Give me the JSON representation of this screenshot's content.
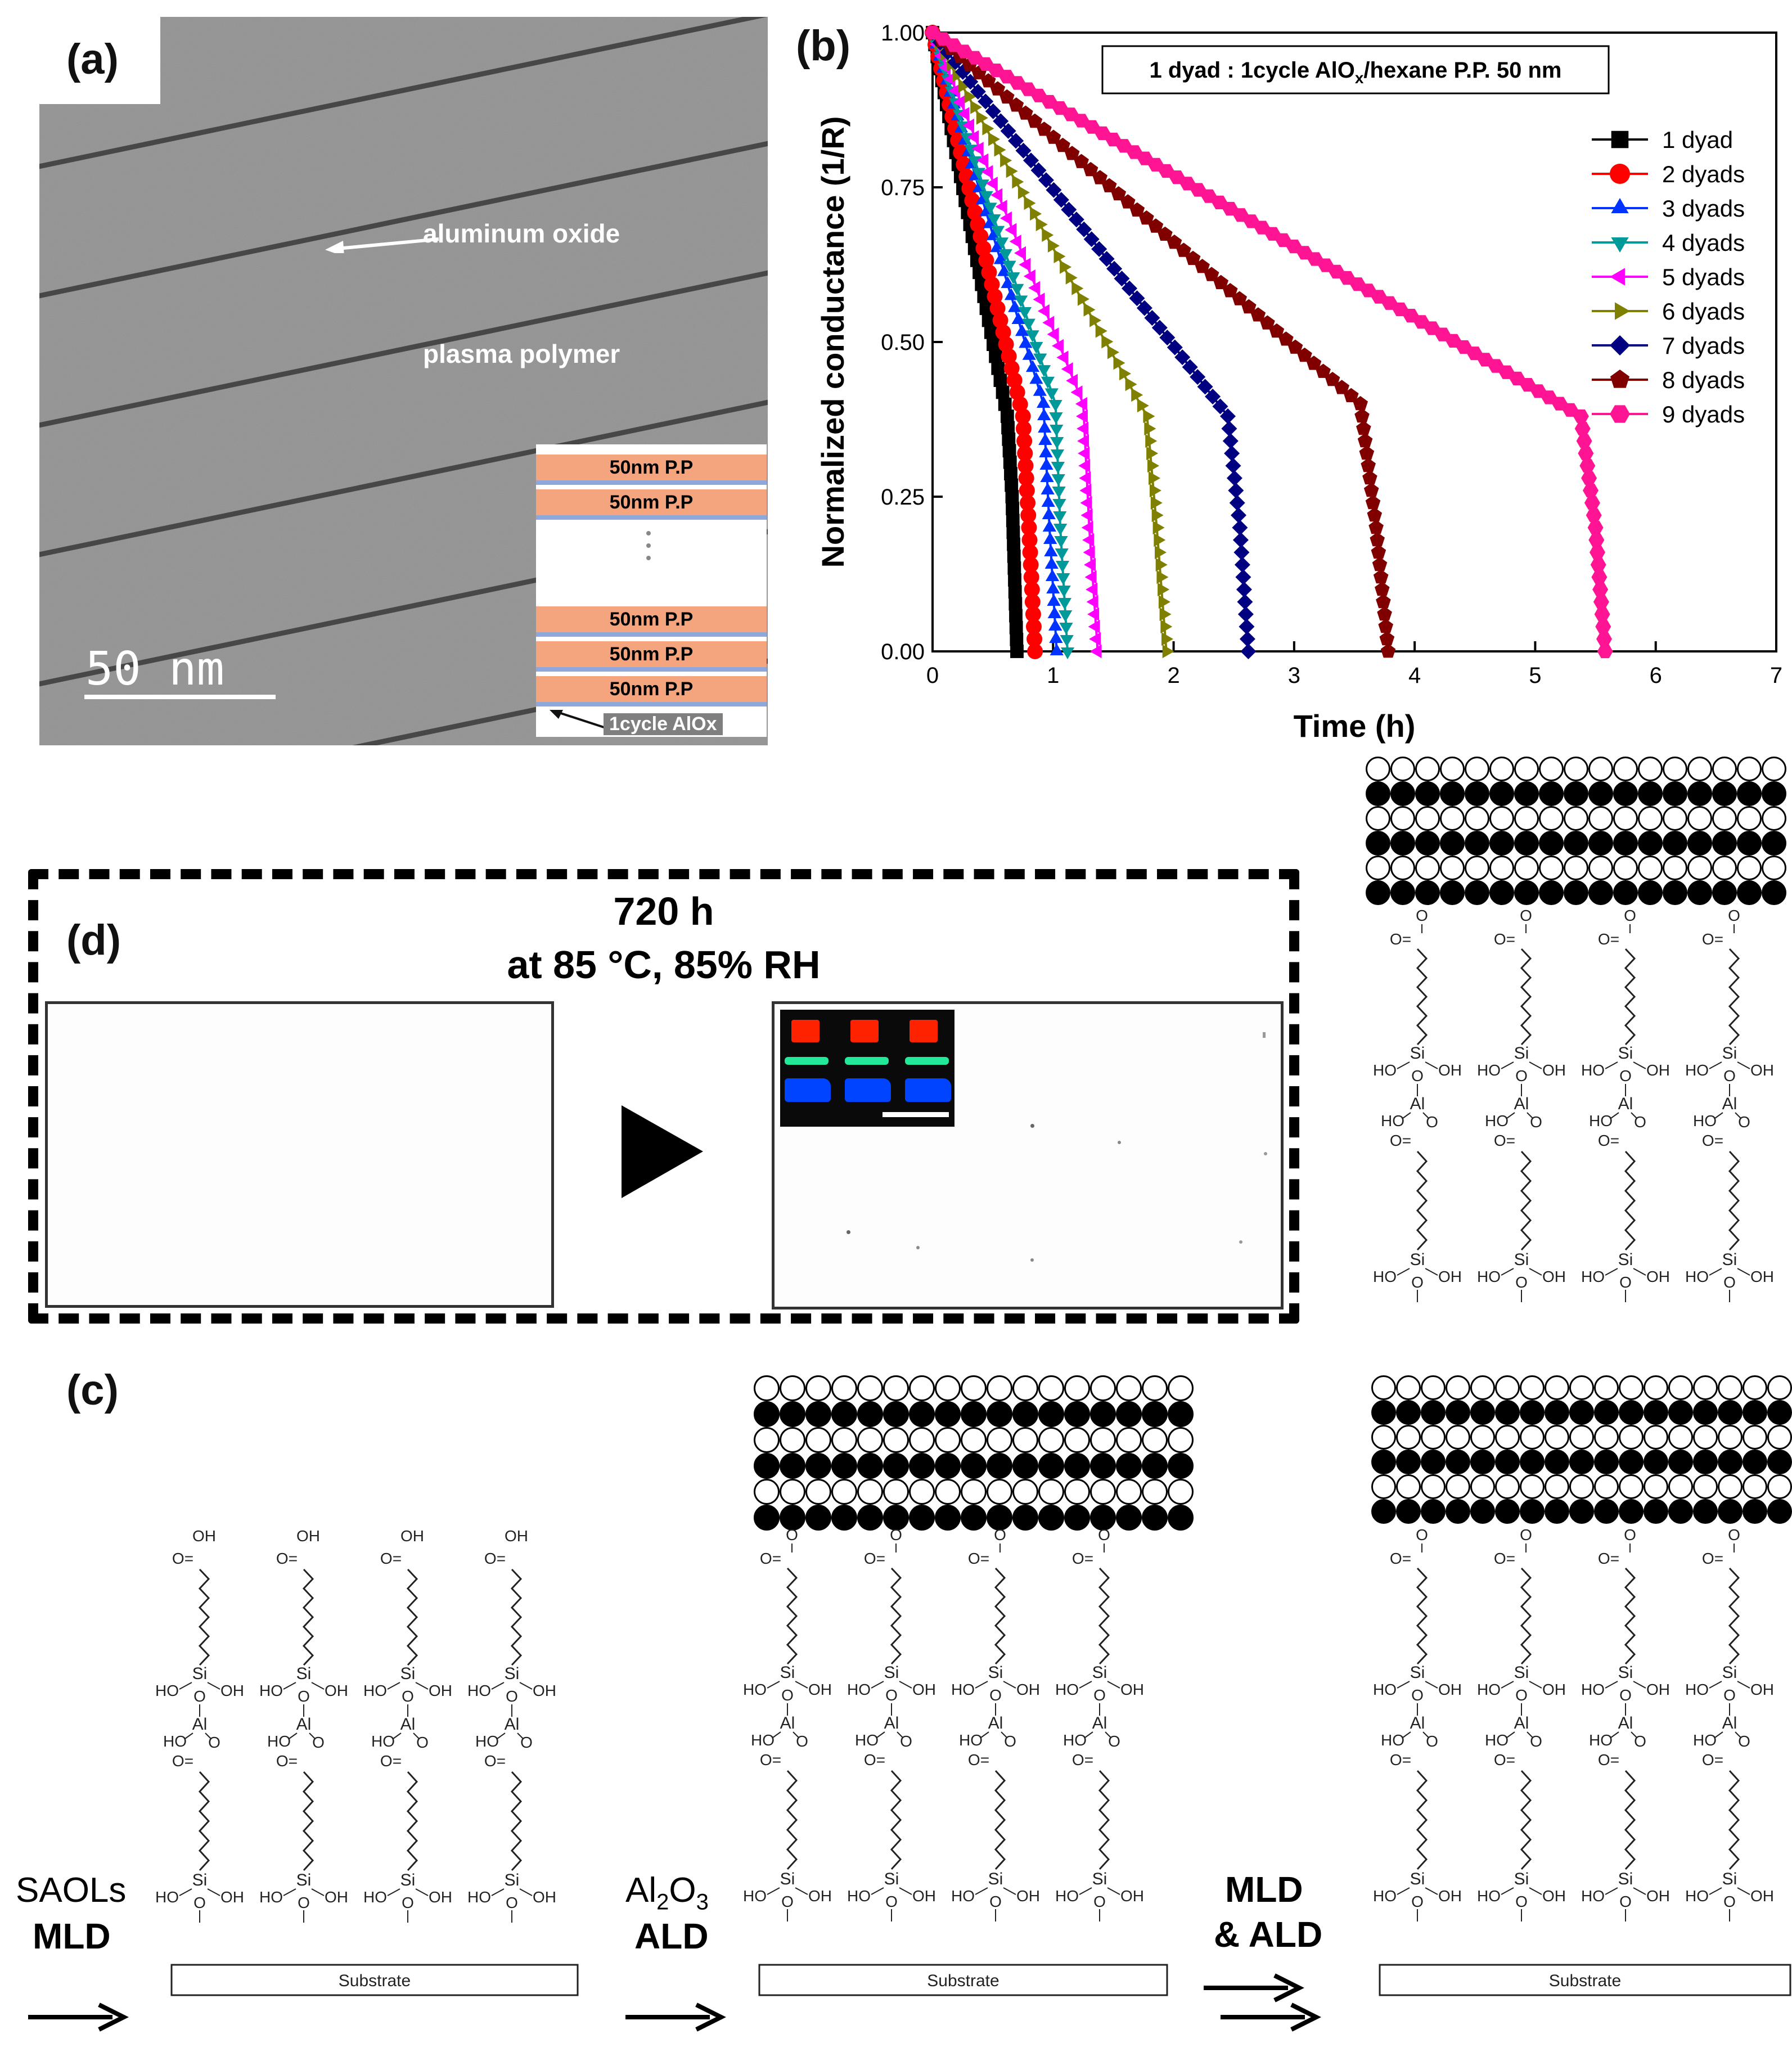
{
  "panel_a": {
    "label": "(a)",
    "annotation_alox": "aluminum oxide",
    "annotation_pp": "plasma polymer",
    "scale_bar": "50 nm",
    "stack_layers": [
      "50nm P.P",
      "50nm P.P",
      "50nm P.P",
      "50nm P.P",
      "50nm P.P"
    ],
    "stack_ellipsis": "·  ·  ·",
    "stack_caption": "1cycle AlOx"
  },
  "panel_b": {
    "label": "(b)",
    "inset_title": "1 dyad : 1cycle AlOx/hexane P.P. 50 nm"
  },
  "chart_data": {
    "type": "line",
    "xlabel": "Time (h)",
    "ylabel": "Normalized conductance (1/R)",
    "xlim": [
      0,
      7
    ],
    "ylim": [
      0,
      1
    ],
    "x_ticks": [
      "0",
      "1",
      "2",
      "3",
      "4",
      "5",
      "6",
      "7"
    ],
    "y_ticks": [
      "0.00",
      "0.25",
      "0.50",
      "0.75",
      "1.00"
    ],
    "legend_position": "right",
    "series": [
      {
        "name": "1  dyad",
        "color": "#000000",
        "marker": "square",
        "points": [
          [
            0,
            1.0
          ],
          [
            0.62,
            0.38
          ],
          [
            0.66,
            0.25
          ],
          [
            0.7,
            0.0
          ]
        ]
      },
      {
        "name": "2 dyads",
        "color": "#ff0000",
        "marker": "circle",
        "points": [
          [
            0,
            1.0
          ],
          [
            0.75,
            0.38
          ],
          [
            0.8,
            0.2
          ],
          [
            0.85,
            0.0
          ]
        ]
      },
      {
        "name": "3 dyads",
        "color": "#0033ff",
        "marker": "triangle-up",
        "points": [
          [
            0,
            1.0
          ],
          [
            0.92,
            0.4
          ],
          [
            0.97,
            0.2
          ],
          [
            1.03,
            0.0
          ]
        ]
      },
      {
        "name": "4 dyads",
        "color": "#009999",
        "marker": "triangle-down",
        "points": [
          [
            0,
            1.0
          ],
          [
            1.02,
            0.4
          ],
          [
            1.06,
            0.2
          ],
          [
            1.12,
            0.0
          ]
        ]
      },
      {
        "name": "5 dyads",
        "color": "#ff00ff",
        "marker": "triangle-left",
        "points": [
          [
            0,
            1.0
          ],
          [
            1.25,
            0.4
          ],
          [
            1.3,
            0.2
          ],
          [
            1.37,
            0.0
          ]
        ]
      },
      {
        "name": "6 dyads",
        "color": "#808000",
        "marker": "triangle-right",
        "points": [
          [
            0,
            1.0
          ],
          [
            1.78,
            0.38
          ],
          [
            1.86,
            0.2
          ],
          [
            1.94,
            0.0
          ]
        ]
      },
      {
        "name": "7 dyads",
        "color": "#000080",
        "marker": "diamond",
        "points": [
          [
            0,
            1.0
          ],
          [
            2.45,
            0.38
          ],
          [
            2.55,
            0.2
          ],
          [
            2.62,
            0.0
          ]
        ]
      },
      {
        "name": "8 dyads",
        "color": "#800000",
        "marker": "pentagon",
        "points": [
          [
            0,
            1.0
          ],
          [
            3.55,
            0.4
          ],
          [
            3.68,
            0.2
          ],
          [
            3.78,
            0.0
          ]
        ]
      },
      {
        "name": "9 dyads",
        "color": "#ff1493",
        "marker": "hexagon",
        "points": [
          [
            0,
            1.0
          ],
          [
            5.38,
            0.38
          ],
          [
            5.5,
            0.2
          ],
          [
            5.58,
            0.0
          ]
        ]
      }
    ]
  },
  "panel_d": {
    "label": "(d)",
    "title_line1": "720 h",
    "title_line2": "at 85 °C, 85% RH"
  },
  "panel_c": {
    "label": "(c)",
    "step1_line1": "SAOLs",
    "step1_line2": "MLD",
    "step2_line1": "Al",
    "step2_sub": "2",
    "step2_mid": "O",
    "step2_sub2": "3",
    "step2_line2": "ALD",
    "step3_line1": "MLD",
    "step3_line2": "& ALD",
    "substrate": "Substrate",
    "atom_si": "Si",
    "atom_al": "Al",
    "atom_o": "O",
    "group_ho": "HO",
    "group_oh": "OH",
    "carbonyl": "O="
  },
  "colors": {
    "stack_pp": "#f4a57e",
    "stack_alox": "#8fa8dc",
    "oled_red": "#ff2200",
    "oled_green": "#22e89a",
    "oled_blue": "#0044ff"
  }
}
